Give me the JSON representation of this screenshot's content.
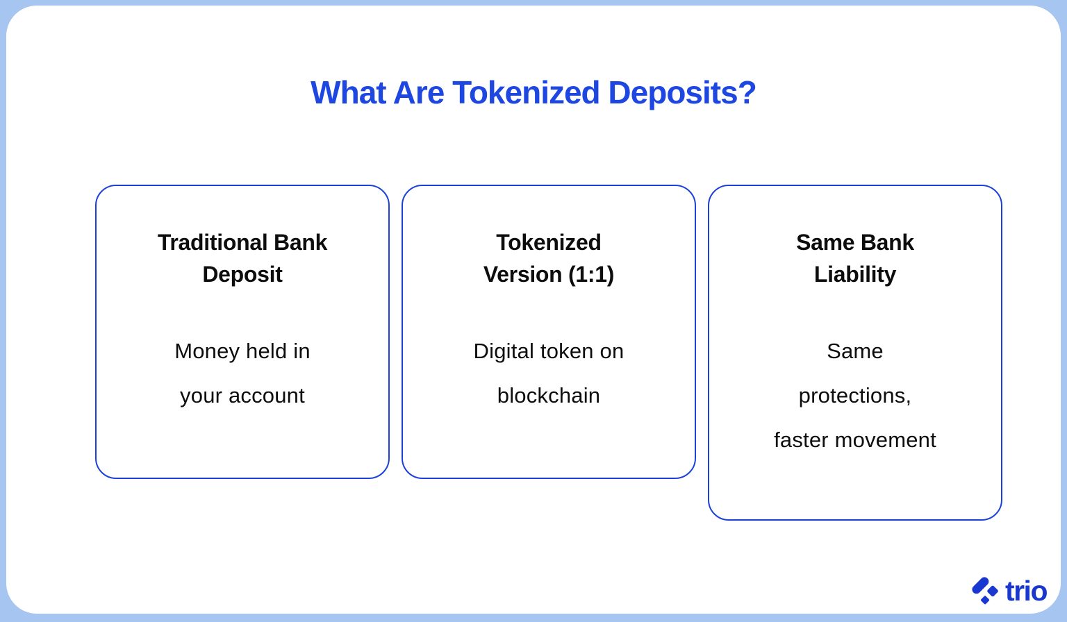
{
  "title": "What Are Tokenized Deposits?",
  "cards": [
    {
      "heading": "Traditional Bank\nDeposit",
      "body": "Money held in\nyour account"
    },
    {
      "heading": "Tokenized\nVersion (1:1)",
      "body": "Digital token on\nblockchain"
    },
    {
      "heading": "Same Bank\nLiability",
      "body": "Same\nprotections,\nfaster movement"
    }
  ],
  "footer": {
    "logo_text": "trio"
  },
  "colors": {
    "accent_blue": "#1d47e0",
    "card_border_blue": "#1c41d9",
    "logo_blue": "#1a38cf",
    "frame_bg": "#a6c6f1",
    "text_black": "#0d0d0d"
  }
}
